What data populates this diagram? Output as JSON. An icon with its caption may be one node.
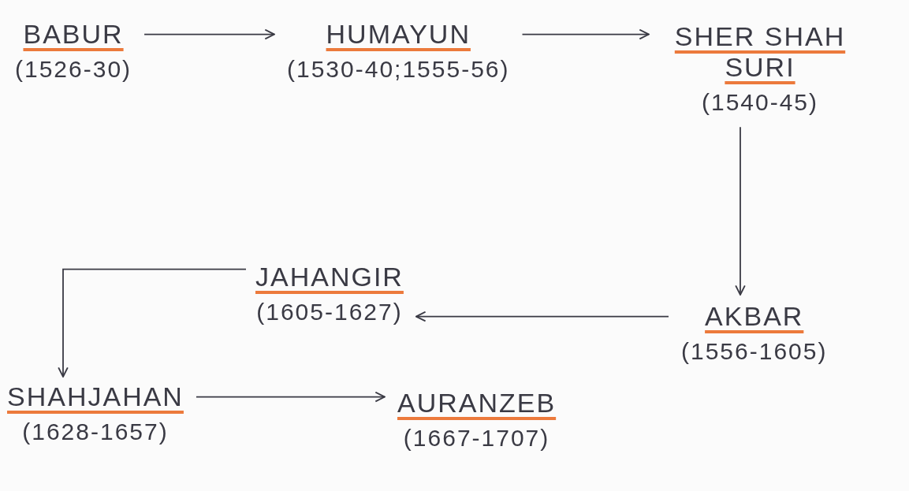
{
  "diagram": {
    "nodes": [
      {
        "text": [
          "BABUR",
          "(1526-30)"
        ]
      },
      {
        "text": [
          "HUMAYUN",
          "(1530-40;1555-56)"
        ]
      },
      {
        "text": [
          "SHER SHAH SURI",
          "(1540-45)"
        ]
      },
      {
        "text": [
          "AKBAR",
          "(1556-1605)"
        ]
      },
      {
        "text": [
          "JAHANGIR",
          "(1605-1627)"
        ]
      },
      {
        "text": [
          "SHAHJAHAN",
          "(1628-1657)"
        ]
      },
      {
        "text": [
          "AURANZEB",
          "(1667-1707)"
        ]
      }
    ],
    "edges": [
      {
        "from": 0,
        "to": 1,
        "arrow": "to"
      },
      {
        "from": 1,
        "to": 2,
        "arrow": "to"
      },
      {
        "from": 2,
        "to": 3,
        "arrow": "to"
      },
      {
        "from": 3,
        "to": 4,
        "arrow": "to"
      },
      {
        "from": 4,
        "to": 5,
        "arrow": "to"
      },
      {
        "from": 5,
        "to": 6,
        "arrow": "to"
      }
    ]
  }
}
